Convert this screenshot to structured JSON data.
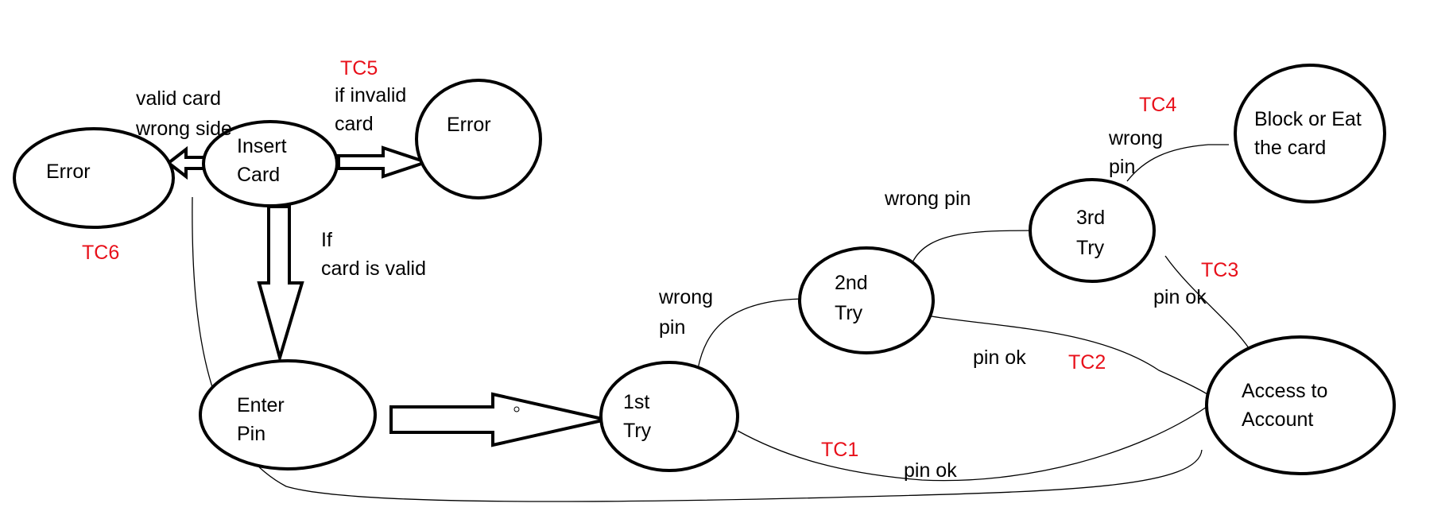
{
  "nodes": {
    "error_left": [
      "Error"
    ],
    "insert_card": [
      "Insert",
      "Card"
    ],
    "error_right": [
      "Error"
    ],
    "enter_pin": [
      "Enter",
      "Pin"
    ],
    "try_1": [
      "1st",
      "Try"
    ],
    "try_2": [
      "2nd",
      "Try"
    ],
    "try_3": [
      "3rd",
      "Try"
    ],
    "block_card": [
      "Block or Eat",
      "the card"
    ],
    "access": [
      "Access to",
      "Account"
    ]
  },
  "edge_labels": {
    "valid_card_wrong_side": [
      "valid card",
      "wrong side"
    ],
    "if_invalid_card": [
      "if invalid",
      "card"
    ],
    "if_card_is_valid": [
      "If",
      "card is valid"
    ],
    "wrong_pin_1": [
      "wrong",
      "pin"
    ],
    "wrong_pin_2": [
      "wrong pin"
    ],
    "wrong_pin_3": [
      "wrong",
      "pin"
    ],
    "pin_ok_1": [
      "pin ok"
    ],
    "pin_ok_2": [
      "pin ok"
    ],
    "pin_ok_3": [
      "pin ok"
    ]
  },
  "test_cases": {
    "tc1": "TC1",
    "tc2": "TC2",
    "tc3": "TC3",
    "tc4": "TC4",
    "tc5": "TC5",
    "tc6": "TC6"
  },
  "colors": {
    "ink": "#000000",
    "test_case": "#e8101a",
    "background": "#ffffff"
  }
}
